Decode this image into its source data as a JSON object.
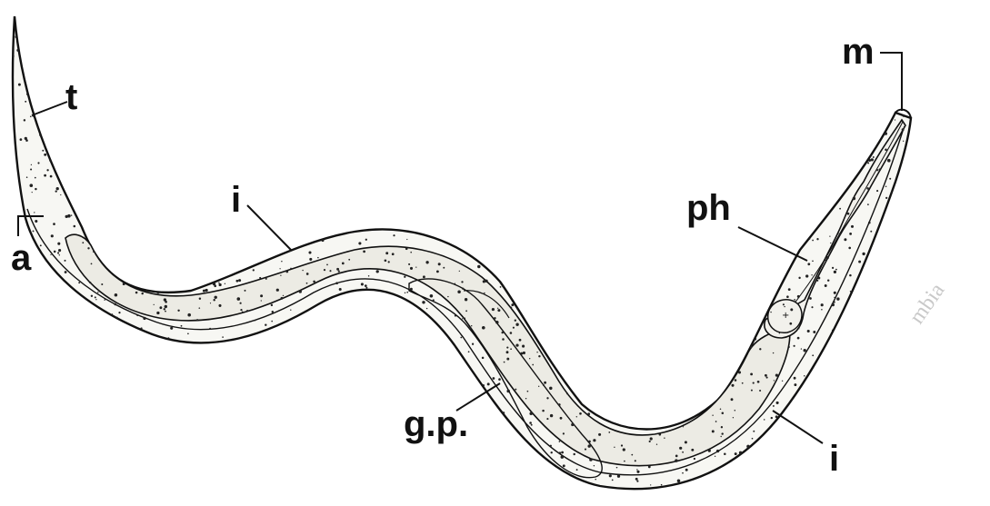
{
  "diagram": {
    "labels": {
      "tail": "t",
      "anus": "a",
      "intestine_upper": "i",
      "mouth": "m",
      "pharynx": "ph",
      "genital_primordium": "g.p.",
      "intestine_lower": "i"
    },
    "watermark": "mbia",
    "colors": {
      "ink": "#111111",
      "body_fill": "#f7f7f3",
      "intestine_fill": "#ecebe4",
      "watermark": "#c9c9c9"
    }
  }
}
